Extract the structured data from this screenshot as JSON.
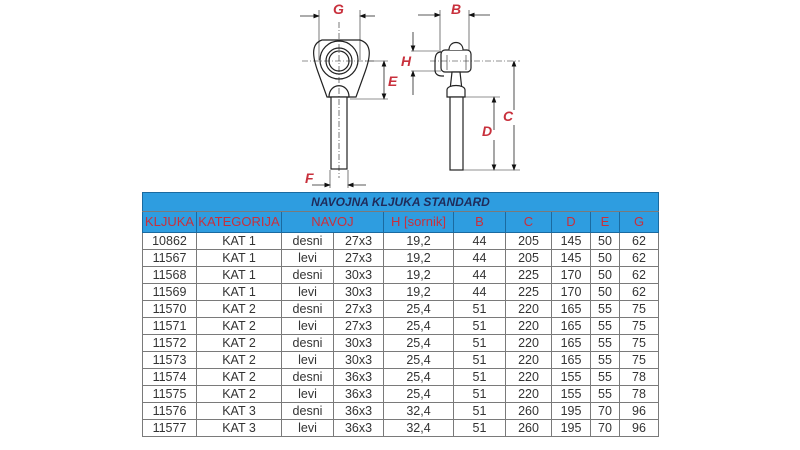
{
  "drawing": {
    "front_view_labels": {
      "G": "G",
      "E": "E",
      "F": "F"
    },
    "side_view_labels": {
      "B": "B",
      "H": "H",
      "C": "C",
      "D": "D"
    },
    "label_color": "#c8303c"
  },
  "table": {
    "title": "NAVOJNA KLJUKA STANDARD",
    "header_bg": "#2e9de0",
    "header_text_color": "#c8303c",
    "columns": [
      "KLJUKA",
      "KATEGORIJA",
      "NAVOJ",
      "H [sornik]",
      "B",
      "C",
      "D",
      "E",
      "G"
    ],
    "rows": [
      {
        "kljuka": "10862",
        "kategorija": "KAT 1",
        "smjer": "desni",
        "navoj": "27x3",
        "h": "19,2",
        "b": "44",
        "c": "205",
        "d": "145",
        "e": "50",
        "g": "62"
      },
      {
        "kljuka": "11567",
        "kategorija": "KAT 1",
        "smjer": "levi",
        "navoj": "27x3",
        "h": "19,2",
        "b": "44",
        "c": "205",
        "d": "145",
        "e": "50",
        "g": "62"
      },
      {
        "kljuka": "11568",
        "kategorija": "KAT 1",
        "smjer": "desni",
        "navoj": "30x3",
        "h": "19,2",
        "b": "44",
        "c": "225",
        "d": "170",
        "e": "50",
        "g": "62"
      },
      {
        "kljuka": "11569",
        "kategorija": "KAT 1",
        "smjer": "levi",
        "navoj": "30x3",
        "h": "19,2",
        "b": "44",
        "c": "225",
        "d": "170",
        "e": "50",
        "g": "62"
      },
      {
        "kljuka": "11570",
        "kategorija": "KAT 2",
        "smjer": "desni",
        "navoj": "27x3",
        "h": "25,4",
        "b": "51",
        "c": "220",
        "d": "165",
        "e": "55",
        "g": "75"
      },
      {
        "kljuka": "11571",
        "kategorija": "KAT 2",
        "smjer": "levi",
        "navoj": "27x3",
        "h": "25,4",
        "b": "51",
        "c": "220",
        "d": "165",
        "e": "55",
        "g": "75"
      },
      {
        "kljuka": "11572",
        "kategorija": "KAT 2",
        "smjer": "desni",
        "navoj": "30x3",
        "h": "25,4",
        "b": "51",
        "c": "220",
        "d": "165",
        "e": "55",
        "g": "75"
      },
      {
        "kljuka": "11573",
        "kategorija": "KAT 2",
        "smjer": "levi",
        "navoj": "30x3",
        "h": "25,4",
        "b": "51",
        "c": "220",
        "d": "165",
        "e": "55",
        "g": "75"
      },
      {
        "kljuka": "11574",
        "kategorija": "KAT 2",
        "smjer": "desni",
        "navoj": "36x3",
        "h": "25,4",
        "b": "51",
        "c": "220",
        "d": "155",
        "e": "55",
        "g": "78"
      },
      {
        "kljuka": "11575",
        "kategorija": "KAT 2",
        "smjer": "levi",
        "navoj": "36x3",
        "h": "25,4",
        "b": "51",
        "c": "220",
        "d": "155",
        "e": "55",
        "g": "78"
      },
      {
        "kljuka": "11576",
        "kategorija": "KAT 3",
        "smjer": "desni",
        "navoj": "36x3",
        "h": "32,4",
        "b": "51",
        "c": "260",
        "d": "195",
        "e": "70",
        "g": "96"
      },
      {
        "kljuka": "11577",
        "kategorija": "KAT 3",
        "smjer": "levi",
        "navoj": "36x3",
        "h": "32,4",
        "b": "51",
        "c": "260",
        "d": "195",
        "e": "70",
        "g": "96"
      }
    ]
  }
}
